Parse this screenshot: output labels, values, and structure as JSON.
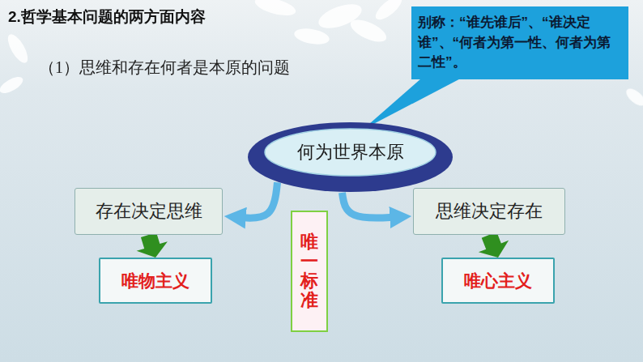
{
  "diagram": {
    "title": "2.哲学基本问题的两方面内容",
    "nodes": [
      {
        "text": [
          "别称：",
          "“谁先谁后”、“谁决定谁”、“何者为第一性、何者为第二性”。"
        ]
      },
      {
        "text": [
          "何为世界本原"
        ]
      },
      {
        "text": [
          "存在决定思维"
        ]
      },
      {
        "text": [
          "思维决定存在"
        ]
      },
      {
        "text": [
          "唯物主义"
        ]
      },
      {
        "text": [
          "唯心主义"
        ]
      },
      {
        "text": [
          "唯一标准"
        ]
      }
    ],
    "edges": [
      {
        "from": 1,
        "to": 2,
        "arrow": "to"
      },
      {
        "from": 1,
        "to": 3,
        "arrow": "to"
      },
      {
        "from": 2,
        "to": 4,
        "arrow": "to"
      },
      {
        "from": 3,
        "to": 5,
        "arrow": "to"
      }
    ],
    "labels": [
      "（1）思维和存在何者是本原的问题"
    ]
  }
}
